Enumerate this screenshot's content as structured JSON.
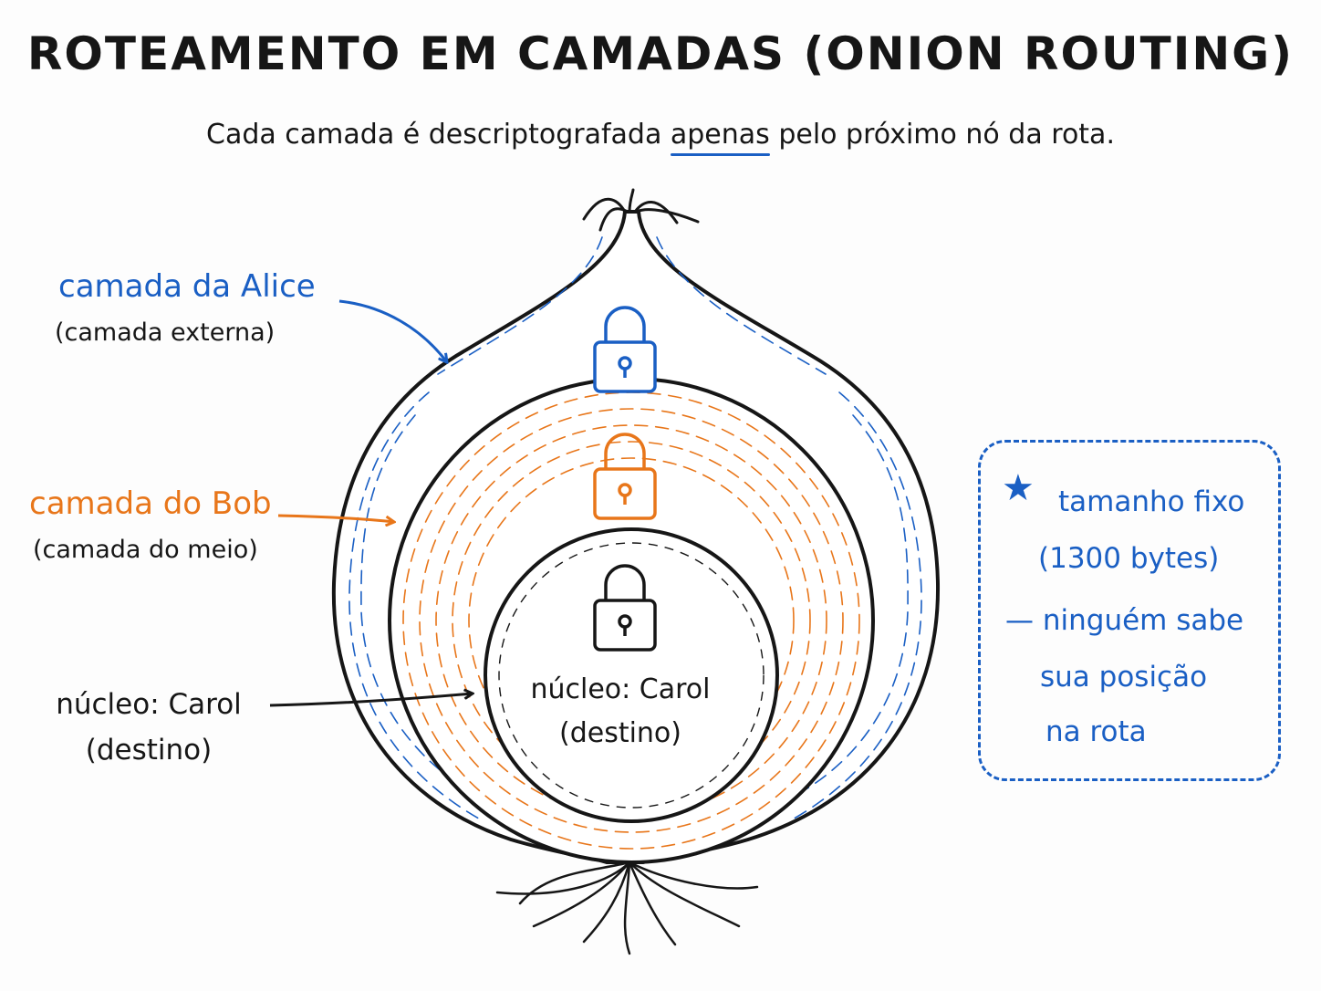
{
  "title": "Roteamento em camadas (onion routing)",
  "subtitle": {
    "before": "Cada camada é descriptografada ",
    "highlight": "apenas",
    "after": " pelo próximo nó da rota."
  },
  "layers": {
    "outer": {
      "label": "camada da Alice",
      "sub": "(camada externa)",
      "color": "#1a5fc4"
    },
    "middle": {
      "label": "camada do Bob",
      "sub": "(camada do meio)",
      "color": "#e8761a"
    },
    "core": {
      "label_line1": "núcleo: Carol",
      "label_line2": "(destino)",
      "color": "#161616"
    }
  },
  "core_center": {
    "line1": "núcleo: Carol",
    "line2": "(destino)"
  },
  "note": {
    "icon": "star-icon",
    "lines": [
      "tamanho fixo",
      "(1300 bytes)",
      "— ninguém sabe",
      "sua posição",
      "na rota"
    ],
    "color": "#1a5fc4"
  }
}
